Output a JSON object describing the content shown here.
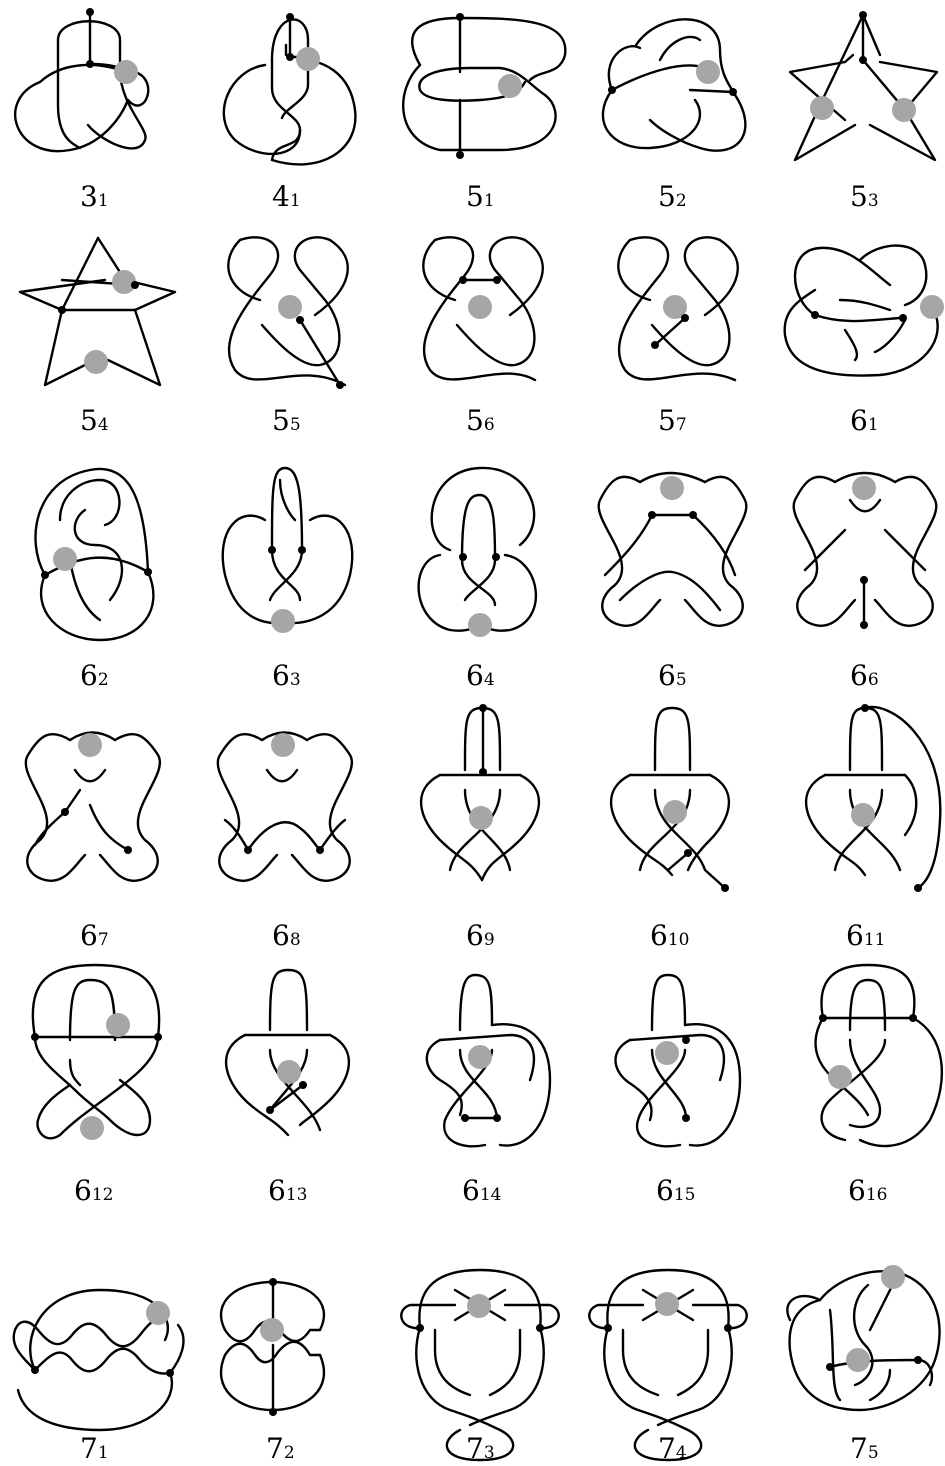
{
  "title": "",
  "colors": {
    "stroke": "#000000",
    "vertex": "#000000",
    "highlight": "#a6a6a6",
    "background": "#ffffff"
  },
  "knots": [
    {
      "crossings": "3",
      "index": "1"
    },
    {
      "crossings": "4",
      "index": "1"
    },
    {
      "crossings": "5",
      "index": "1"
    },
    {
      "crossings": "5",
      "index": "2"
    },
    {
      "crossings": "5",
      "index": "3"
    },
    {
      "crossings": "5",
      "index": "4"
    },
    {
      "crossings": "5",
      "index": "5"
    },
    {
      "crossings": "5",
      "index": "6"
    },
    {
      "crossings": "5",
      "index": "7"
    },
    {
      "crossings": "6",
      "index": "1"
    },
    {
      "crossings": "6",
      "index": "2"
    },
    {
      "crossings": "6",
      "index": "3"
    },
    {
      "crossings": "6",
      "index": "4"
    },
    {
      "crossings": "6",
      "index": "5"
    },
    {
      "crossings": "6",
      "index": "6"
    },
    {
      "crossings": "6",
      "index": "7"
    },
    {
      "crossings": "6",
      "index": "8"
    },
    {
      "crossings": "6",
      "index": "9"
    },
    {
      "crossings": "6",
      "index": "10"
    },
    {
      "crossings": "6",
      "index": "11"
    },
    {
      "crossings": "6",
      "index": "12"
    },
    {
      "crossings": "6",
      "index": "13"
    },
    {
      "crossings": "6",
      "index": "14"
    },
    {
      "crossings": "6",
      "index": "15"
    },
    {
      "crossings": "6",
      "index": "16"
    },
    {
      "crossings": "7",
      "index": "1"
    },
    {
      "crossings": "7",
      "index": "2"
    },
    {
      "crossings": "7",
      "index": "3"
    },
    {
      "crossings": "7",
      "index": "4"
    },
    {
      "crossings": "7",
      "index": "5"
    }
  ]
}
